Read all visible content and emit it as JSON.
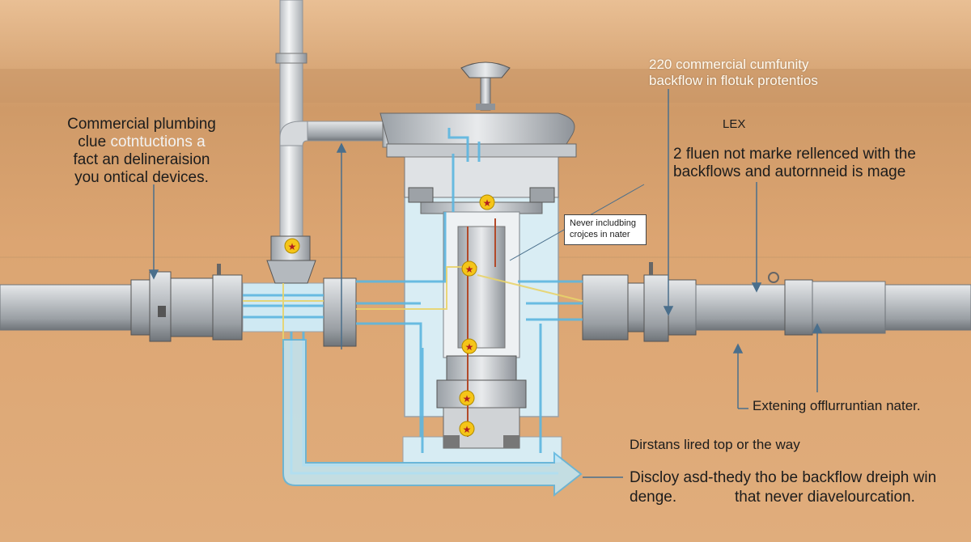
{
  "labels": {
    "top_right_line1": "220 commercial cumfunity",
    "top_right_line2": "backflow in flotuk protentios",
    "left_line1": "Commercial plumbing",
    "left_line2a": "clue ",
    "left_line2b": "cotntuctions a",
    "left_line3": "fact an delineraision",
    "left_line4": "you ontical devices.",
    "lex": "LEX",
    "right_line1": "2 fluen not marke rellenced with the",
    "right_line2": "backflows and autornneid is mage",
    "callout_line1": "Never includbing",
    "callout_line2": "crojces in nater",
    "extending": "Extening offlurruntian nater.",
    "distance": "Dirstans lired top or the way",
    "disclosure_line1": "Discloy asd-thedy tho be backflow dreiph win",
    "disclosure_line2a": "denge.",
    "disclosure_line2b": "that never diavelourcation."
  },
  "colors": {
    "background": "#dca572",
    "pipe_gray": "#b8bcc0",
    "flow_blue": "#6fc4e8",
    "water_fill": "#cfeef7",
    "valve_star": "#f5c518"
  },
  "icons": [
    "check-valve-star-icon",
    "flow-arrow-icon",
    "vent-cap-icon"
  ]
}
